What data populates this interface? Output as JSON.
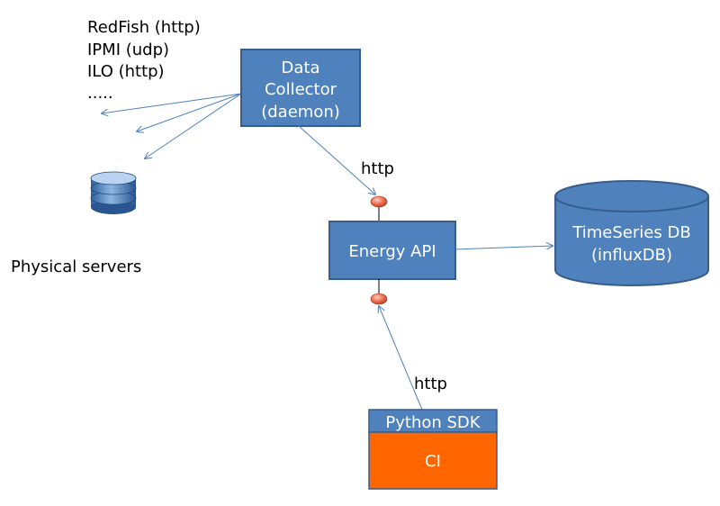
{
  "protocols": [
    "RedFish (http)",
    "IPMI (udp)",
    "ILO (http)",
    "....."
  ],
  "physical_servers_label": "Physical servers",
  "data_collector": {
    "line1": "Data",
    "line2": "Collector",
    "line3": "(daemon)"
  },
  "energy_api": {
    "label": "Energy API"
  },
  "timeseries_db": {
    "line1": "TimeSeries DB",
    "line2": "(influxDB)"
  },
  "python_sdk": {
    "header": "Python SDK",
    "body": "CI"
  },
  "edge_labels": {
    "collector_to_api": "http",
    "sdk_to_api": "http"
  },
  "colors": {
    "box_fill": "#4f81bd",
    "box_border": "#385d8a",
    "ci_fill": "#ff6600",
    "arrow": "#4f81bd",
    "port": "#e8664a"
  }
}
